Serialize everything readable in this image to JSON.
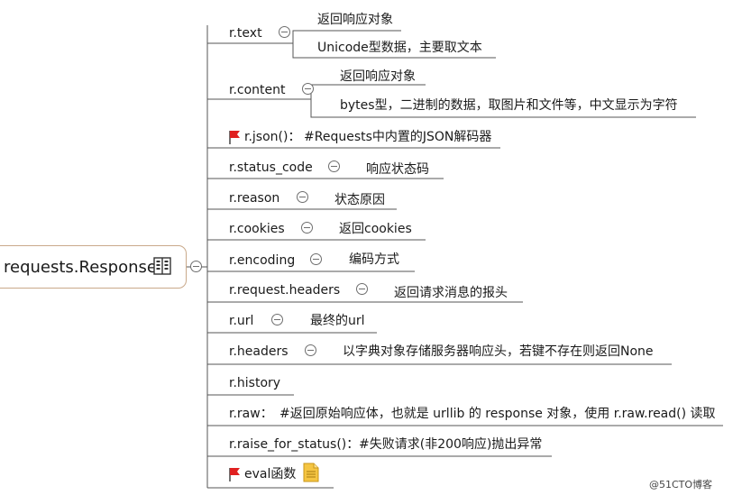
{
  "root": {
    "label": "requests.Response",
    "icon": "notes-list-icon"
  },
  "branches": [
    {
      "key": "r.text",
      "children": [
        "返回响应对象",
        "Unicode型数据，主要取文本"
      ]
    },
    {
      "key": "r.content",
      "children": [
        "返回响应对象",
        "bytes型，二进制的数据，取图片和文件等，中文显示为字符"
      ]
    },
    {
      "key": "r.json()：",
      "note": "#Requests中内置的JSON解码器",
      "flag": "red-flag-icon"
    },
    {
      "key": "r.status_code",
      "children": [
        "响应状态码"
      ]
    },
    {
      "key": "r.reason",
      "children": [
        "状态原因"
      ]
    },
    {
      "key": "r.cookies",
      "children": [
        "返回cookies"
      ]
    },
    {
      "key": "r.encoding",
      "children": [
        "编码方式"
      ]
    },
    {
      "key": "r.request.headers",
      "children": [
        "返回请求消息的报头"
      ]
    },
    {
      "key": "r.url",
      "children": [
        "最终的url"
      ]
    },
    {
      "key": "r.headers",
      "children": [
        "以字典对象存储服务器响应头，若键不存在则返回None"
      ]
    },
    {
      "key": "r.history"
    },
    {
      "key": "r.raw：",
      "note": "#返回原始响应体，也就是 urllib 的 response 对象，使用 r.raw.read() 读取"
    },
    {
      "key": "r.raise_for_status()：",
      "note": "#失败请求(非200响应)抛出异常"
    },
    {
      "key": "eval函数",
      "flag": "red-flag-icon",
      "icon": "document-note-icon"
    }
  ],
  "watermark": "@51CTO博客",
  "colors": {
    "line": "#555555",
    "root_border": "#c9a98a",
    "flag": "#e02020",
    "note": "#f5c542"
  }
}
